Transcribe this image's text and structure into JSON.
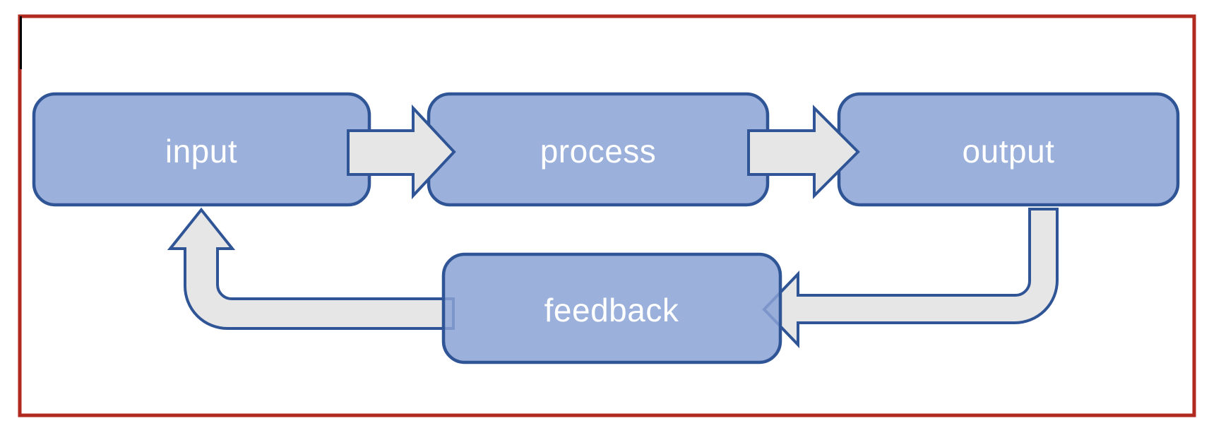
{
  "diagram": {
    "type": "flow-diagram-with-feedback-loop",
    "nodes": [
      {
        "id": "input",
        "label": "input"
      },
      {
        "id": "process",
        "label": "process"
      },
      {
        "id": "output",
        "label": "output"
      },
      {
        "id": "feedback",
        "label": "feedback"
      }
    ],
    "connections": [
      {
        "from": "input",
        "to": "process",
        "style": "straight-block-arrow-right"
      },
      {
        "from": "process",
        "to": "output",
        "style": "straight-block-arrow-right"
      },
      {
        "from": "output",
        "to": "feedback",
        "style": "elbow-block-arrow-down-then-left"
      },
      {
        "from": "feedback",
        "to": "input",
        "style": "elbow-block-arrow-left-then-up"
      }
    ],
    "colors": {
      "background": "#FFFFFF",
      "outer_frame": "#B12A1F",
      "node_fill_appearance": "#9DB1DC",
      "node_border": "#2F5597",
      "arrow_fill": "#E7E6E6",
      "arrow_border": "#2F5597",
      "label_text": "#FFFFFF",
      "stray_mark": "#000000"
    }
  }
}
